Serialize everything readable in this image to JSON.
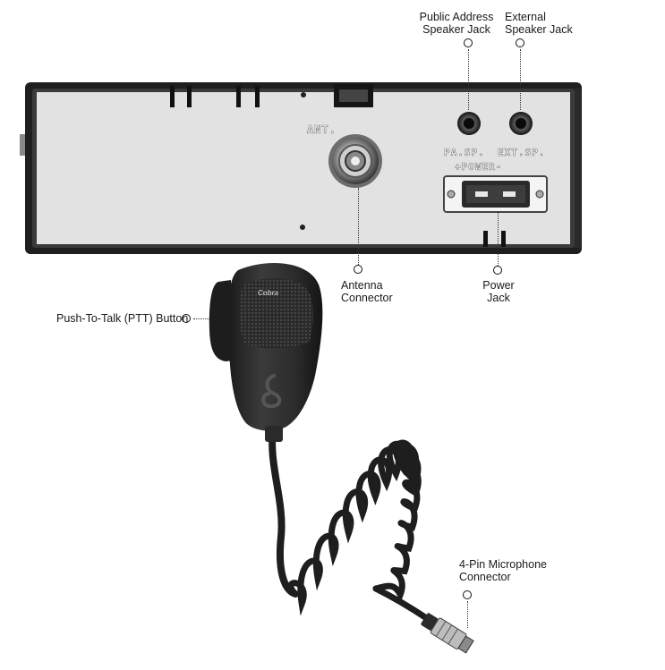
{
  "labels": {
    "pa_speaker": [
      "Public Address",
      "Speaker Jack"
    ],
    "ext_speaker": [
      "External",
      "Speaker Jack"
    ],
    "antenna": [
      "Antenna",
      "Connector"
    ],
    "power": [
      "Power",
      "Jack"
    ],
    "ptt": "Push-To-Talk (PTT) Button",
    "mic_connector": [
      "4-Pin Microphone",
      "Connector"
    ]
  },
  "panel": {
    "ant": "ANT.",
    "pa_sp": "PA.SP.",
    "ext_sp": "EXT.SP.",
    "power": "+POWER-"
  },
  "mic": {
    "brand": "Cobra"
  },
  "colors": {
    "panel_frame": "#2a2a2a",
    "panel_face": "#e3e3e3",
    "mic_body": "#2b2b2b",
    "label_text": "#1a1a1a"
  }
}
